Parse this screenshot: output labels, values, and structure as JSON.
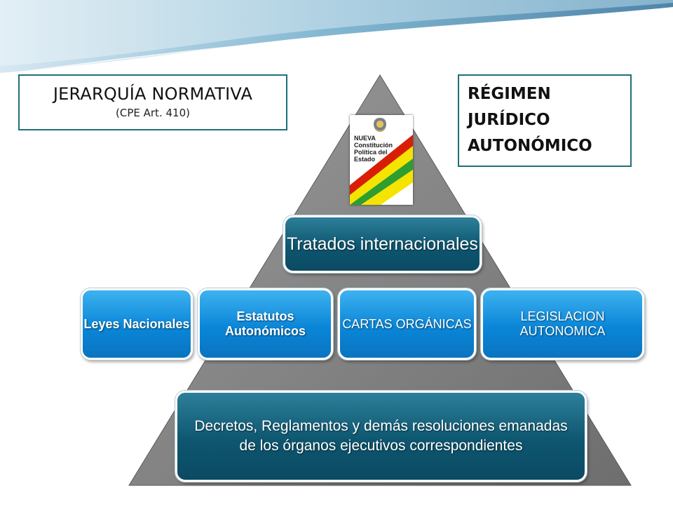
{
  "header": {
    "title": "JERARQUÍA NORMATIVA",
    "subtitle": "(CPE Art. 410)"
  },
  "regime": {
    "lines": [
      "RÉGIMEN",
      "JURÍDICO",
      "AUTONÓMICO"
    ]
  },
  "book": {
    "title_lines": [
      "NUEVA",
      "Constitución",
      "Política del",
      "Estado"
    ],
    "icon": "cpe-book-cover-icon"
  },
  "pyramid": {
    "top": "Tratados internacionales",
    "middle": [
      "Leyes Nacionales",
      "Estatutos Autonómicos",
      "CARTAS ORGÁNICAS",
      "LEGISLACION AUTONOMICA"
    ],
    "bottom": "Decretos, Reglamentos y demás resoluciones emanadas de los órganos ejecutivos correspondientes"
  },
  "colors": {
    "dark_box": "#0e5670",
    "bright_box": "#0a86d8",
    "pyramid_fill": "#8a8a8a",
    "frame_border": "#1f6f78",
    "flag_red": "#d81e05",
    "flag_yellow": "#f4e400",
    "flag_green": "#2f9e2f"
  }
}
